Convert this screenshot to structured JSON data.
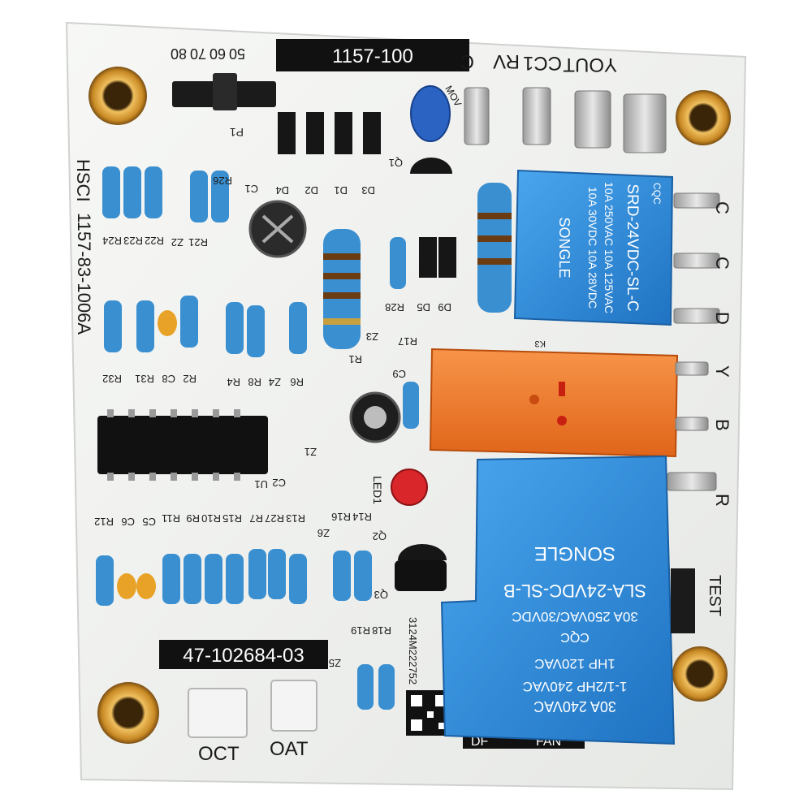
{
  "board": {
    "part_number": "1157-100",
    "model_vertical": "1157-83-1006A",
    "maker_vertical": "HSCI",
    "assembly_number": "47-102684-03",
    "serial_vertical": "3124M222752",
    "jumper_labels": [
      "50",
      "60",
      "70",
      "80"
    ],
    "jumper_ref": "P1",
    "mov_label": "MOV",
    "q1_label": "Q1",
    "k3_label": "K3",
    "led_label": "LED1",
    "test_label": "TEST",
    "oct_label": "OCT",
    "oat_label": "OAT",
    "dfrost_label": "DF",
    "fan_label": "FAN"
  },
  "terminals_top": [
    "C",
    "RV",
    "CC1",
    "YOUT"
  ],
  "terminals_right": [
    "C",
    "C",
    "D",
    "Y",
    "B",
    "R"
  ],
  "refs_top": [
    "R24",
    "R23",
    "R22",
    "Z2",
    "R21",
    "R26",
    "C1",
    "D4",
    "D2",
    "D1",
    "D3"
  ],
  "refs_mid": [
    "R32",
    "R31",
    "C8",
    "R2",
    "R4",
    "R8",
    "Z4",
    "R6",
    "R1",
    "Z3",
    "R28",
    "D5",
    "D9",
    "R17",
    "C9"
  ],
  "refs_low": [
    "U1",
    "C2",
    "Z1",
    "R12",
    "C6",
    "C5",
    "R11",
    "R9",
    "R10",
    "R15",
    "R7",
    "R27",
    "R13",
    "Z6",
    "R16",
    "R14",
    "Q2",
    "Q3",
    "R19",
    "R18",
    "Z5"
  ],
  "relay_small": {
    "brand": "SONGLE",
    "model": "SRD-24VDC-SL-C",
    "ratings": [
      "10A 250VAC  10A 125VAC",
      "10A 30VDC  10A 28VDC"
    ],
    "cert": "CQC"
  },
  "relay_large": {
    "brand": "SONGLE",
    "model": "SLA-24VDC-SL-B",
    "ratings": [
      "30A 240VAC",
      "1-1/2HP 240VAC",
      "1HP 120VAC",
      "30A 250VAC/30VDC"
    ],
    "cert": "CQC"
  },
  "colors": {
    "pcb": "#f1f2f0",
    "relay_blue": "#2f8fdd",
    "relay_orange": "#f07c2a",
    "resistor_body": "#3a8fd0",
    "label_black": "#111111",
    "standoff_gold": "#d9a441"
  }
}
